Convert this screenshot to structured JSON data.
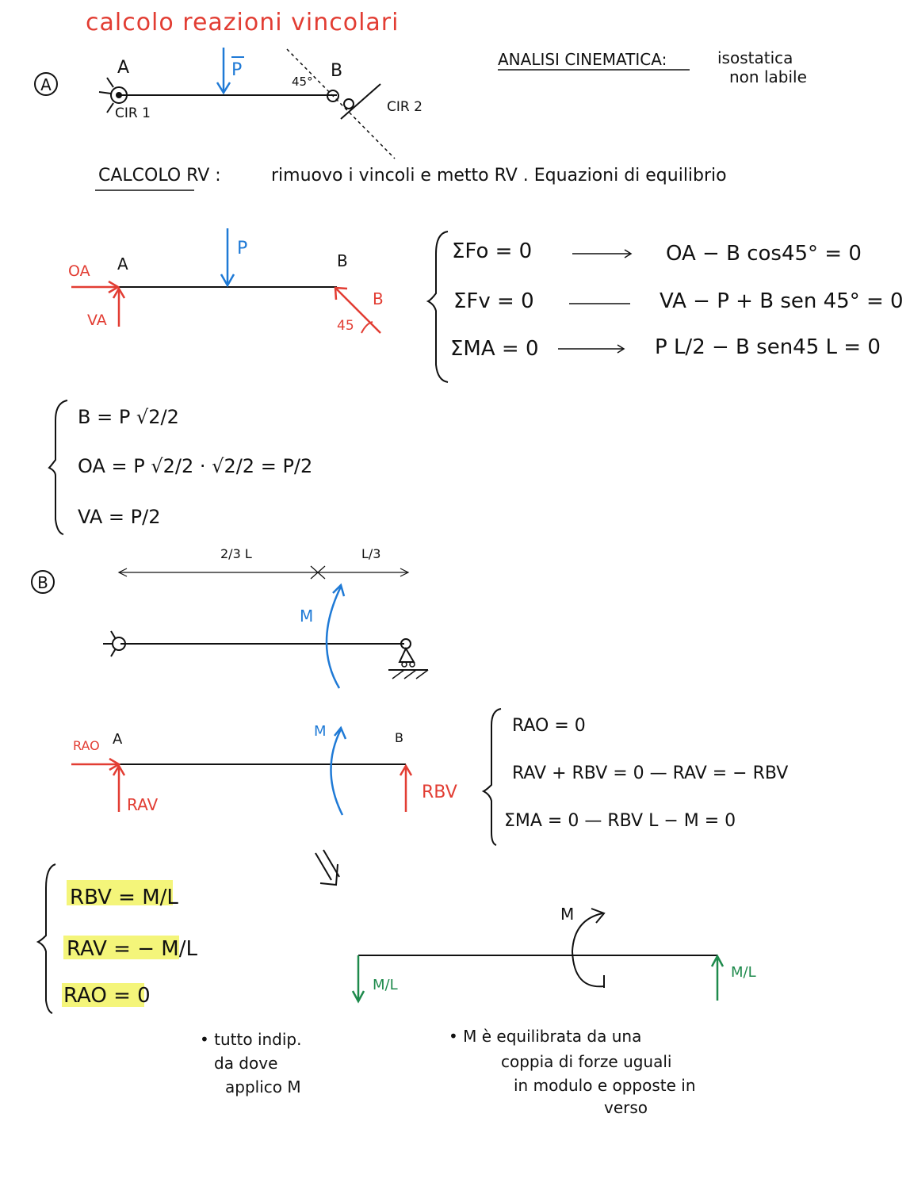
{
  "title": "calcolo reazioni vincolari",
  "section_a": {
    "label": "A",
    "point_a": "A",
    "point_b": "B",
    "force": "P",
    "cir1": "CIR 1",
    "cir2": "CIR 2",
    "angle": "45°",
    "analysis_title": "ANALISI CINEMATICA:",
    "analysis_result_1": "isostatica",
    "analysis_result_2": "non labile",
    "calc_title": "CALCOLO RV :",
    "calc_text": "rimuovo i vincoli e metto RV . Equazioni di equilibrio",
    "fbd": {
      "oa": "OA",
      "va": "VA",
      "a": "A",
      "b_top": "B",
      "p": "P",
      "b_force": "B",
      "angle": "45"
    },
    "equations": [
      {
        "lhs": "ΣFo = 0",
        "rhs": "OA − B cos45° = 0"
      },
      {
        "lhs": "ΣFv = 0",
        "rhs": "VA − P + B sen 45° = 0"
      },
      {
        "lhs": "ΣMA = 0",
        "rhs": "P L/2 − B sen45 L = 0"
      }
    ],
    "solutions": [
      "B = P √2/2",
      "OA = P √2/2 · √2/2 = P/2",
      "VA = P/2"
    ]
  },
  "section_b": {
    "label": "B",
    "dim_left": "2/3 L",
    "dim_right": "L/3",
    "moment": "M",
    "fbd": {
      "rao": "RAO",
      "a": "A",
      "m": "M",
      "b": "B",
      "rav": "RAV",
      "rbv": "RBV"
    },
    "equations": [
      "RAO = 0",
      "RAV + RBV = 0 — RAV = − RBV",
      "ΣMA = 0 —   RBV L − M = 0"
    ],
    "solutions": [
      "RBV = M/L",
      "RAV = − M/L",
      "RAO = 0"
    ],
    "couple_moment": "M",
    "couple_left": "M/L",
    "couple_right": "M/L",
    "note_left": [
      "• tutto indip.",
      "da dove",
      "applico M"
    ],
    "note_right": [
      "• M è equilibrata da una",
      "coppia di forze uguali",
      "in modulo e opposte in",
      "verso"
    ]
  },
  "colors": {
    "red": "#e23d33",
    "blue": "#1f7ad6",
    "green": "#1e8a4c",
    "highlight": "#f4f57a"
  }
}
